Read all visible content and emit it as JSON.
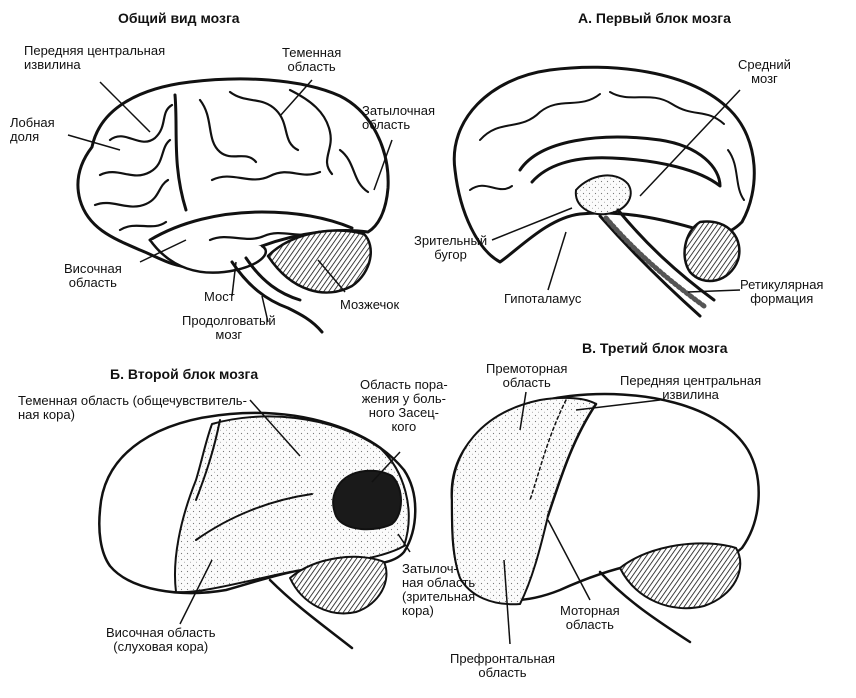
{
  "panels": {
    "general": {
      "title": "Общий вид мозга",
      "labels": {
        "front_central": "Передняя центральная\nизвилина",
        "parietal": "Теменная\nобласть",
        "frontal": "Лобная\nдоля",
        "occipital": "Затылочная\nобласть",
        "temporal": "Височная\nобласть",
        "pons": "Мост",
        "cerebellum": "Мозжечок",
        "medulla": "Продолговатый\nмозг"
      }
    },
    "block_a": {
      "title": "А. Первый блок мозга",
      "labels": {
        "midbrain": "Средний\nмозг",
        "thalamus": "Зрительный\nбугор",
        "hypothalamus": "Гипоталамус",
        "reticular": "Ретикулярная\nформация"
      }
    },
    "block_b": {
      "title": "Б. Второй блок мозга",
      "labels": {
        "parietal": "Теменная область (общечувствитель-\nная кора)",
        "lesion": "Область пора-\nжения у боль-\nного Засец-\nкого",
        "occipital": "Затылоч-\nная область\n(зрительная\nкора)",
        "temporal": "Височная область\n(слуховая кора)"
      }
    },
    "block_v": {
      "title": "В. Третий блок мозга",
      "labels": {
        "premotor": "Премоторная\nобласть",
        "front_central": "Передняя центральная\nизвилина",
        "motor": "Моторная\nобласть",
        "prefrontal": "Префронтальная\nобласть"
      }
    }
  },
  "colors": {
    "ink": "#111111",
    "lesion": "#1a1a1a",
    "stipple": "#f1f1f1"
  }
}
